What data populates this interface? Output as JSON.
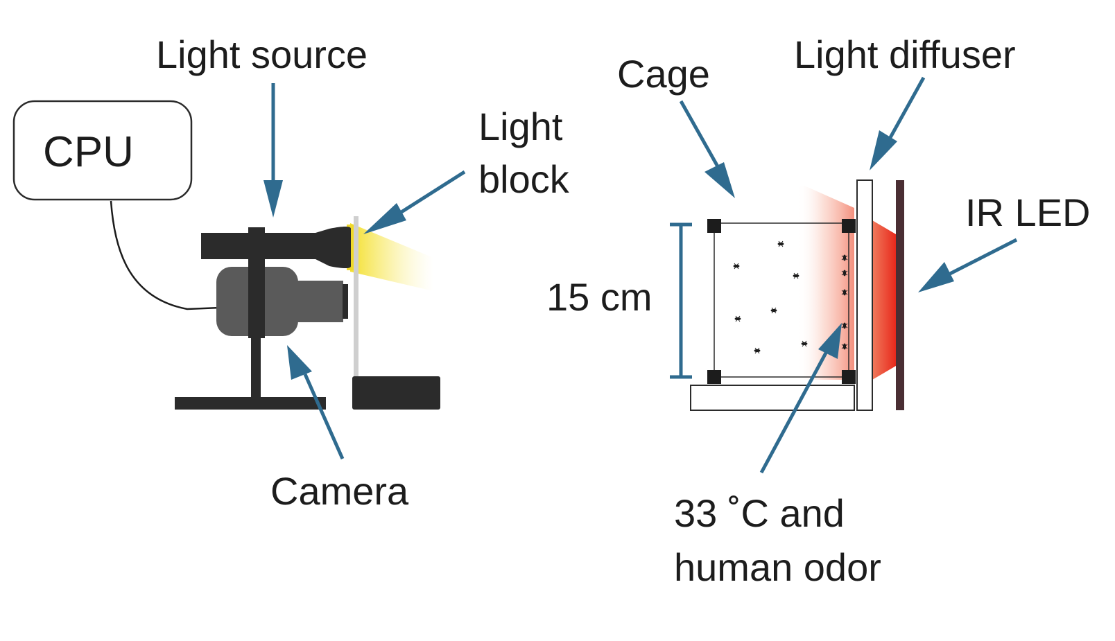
{
  "labels": {
    "cpu": "CPU",
    "light_source": "Light source",
    "light_block_line1": "Light",
    "light_block_line2": "block",
    "camera": "Camera",
    "cage": "Cage",
    "light_diffuser": "Light diffuser",
    "ir_led": "IR LED",
    "scale": "15 cm",
    "stimulus_line1": "33 ˚C and",
    "stimulus_line2": "human odor"
  },
  "colors": {
    "arrow": "#2f6b8f",
    "equipment_dark": "#2b2b2b",
    "camera_body": "#5a5a5a",
    "light_beam": "#f5e34a",
    "ir_glow": "#e8382a",
    "led_bar": "#4a2e33"
  }
}
